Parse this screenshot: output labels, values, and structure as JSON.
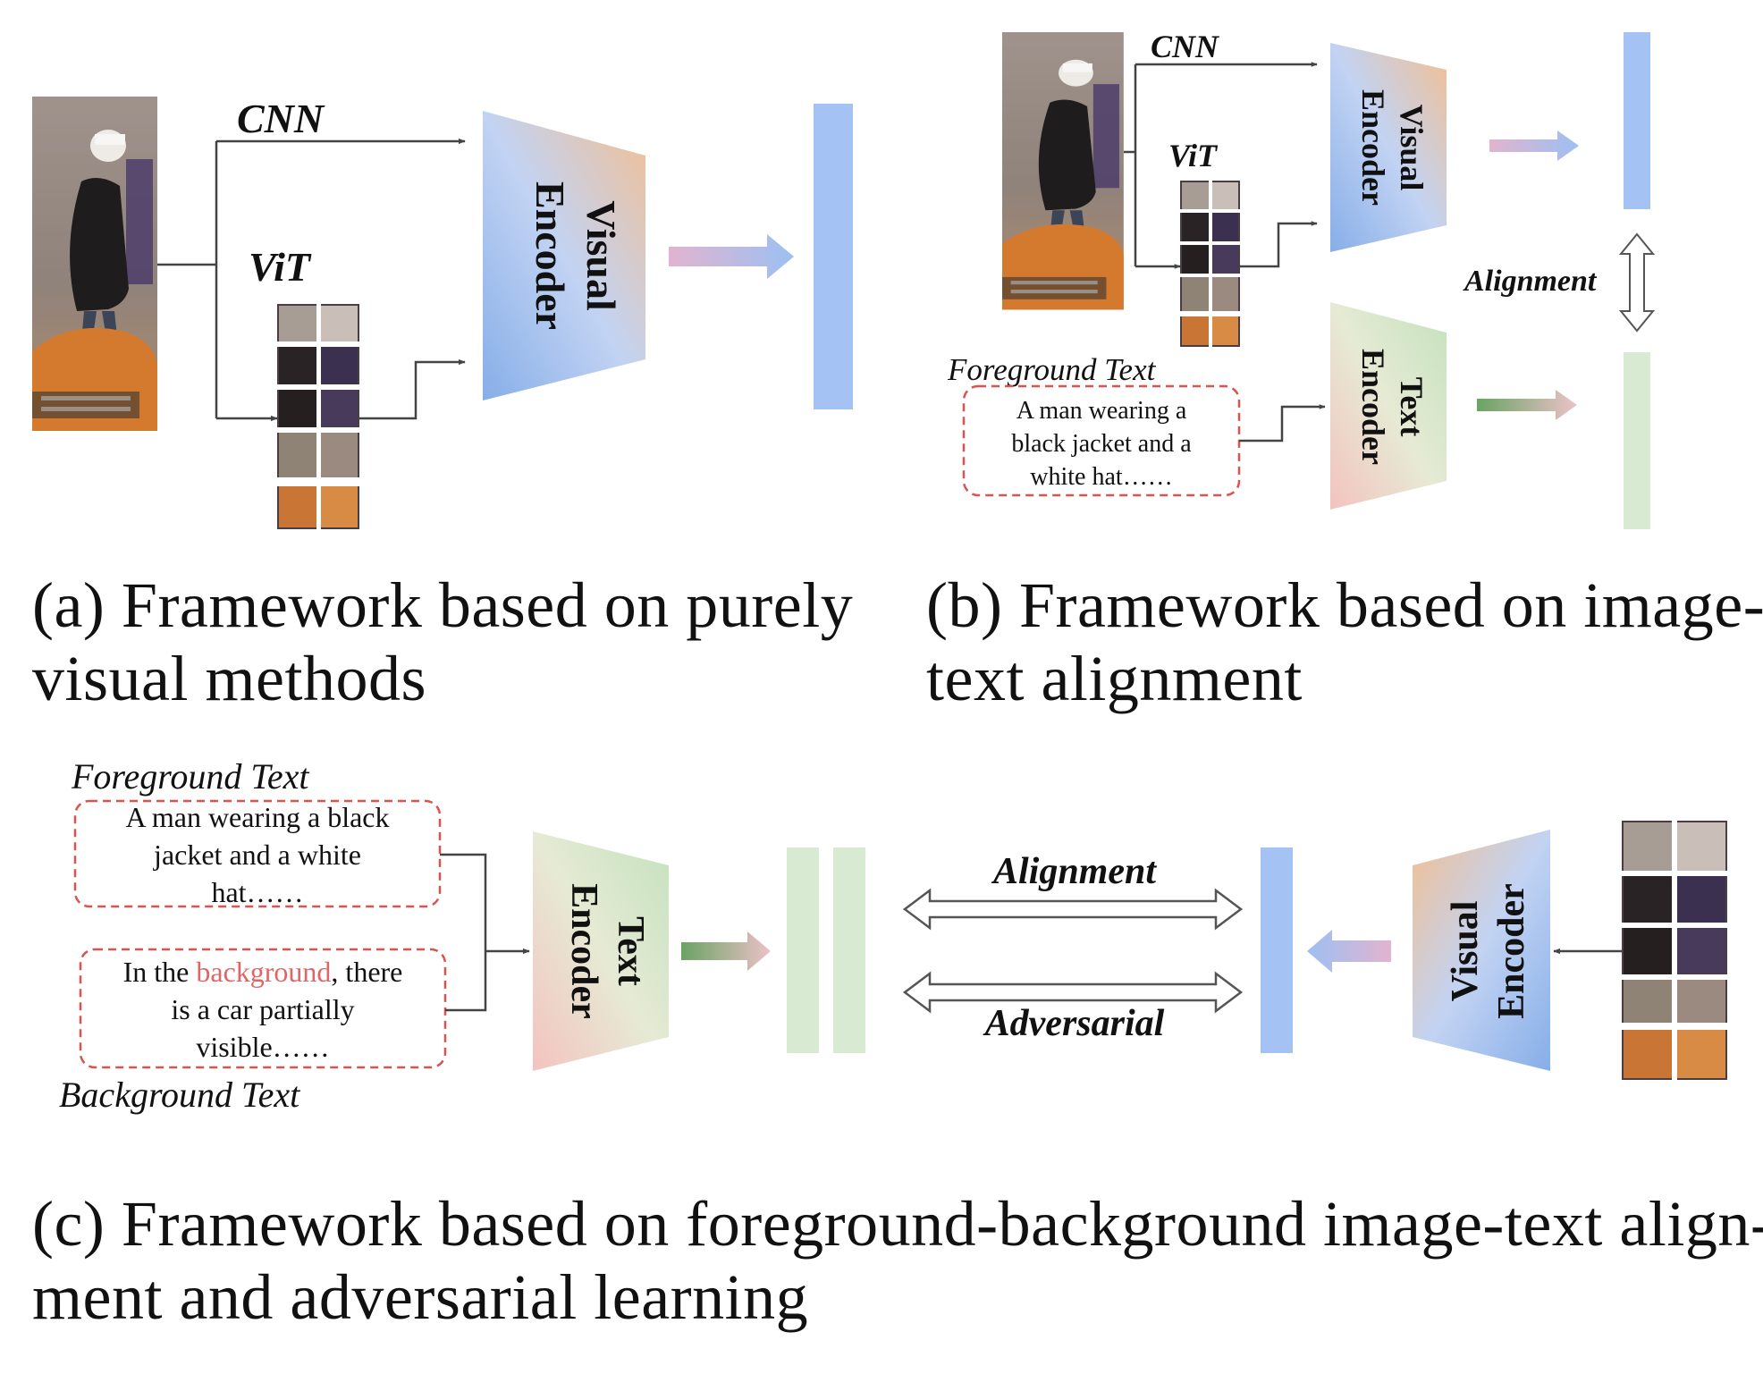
{
  "panel_a": {
    "cnn_label": "CNN",
    "vit_label": "ViT",
    "encoder_line1": "Visual",
    "encoder_line2": "Encoder",
    "caption_line1": "(a) Framework based on purely",
    "caption_line2": "visual methods"
  },
  "panel_b": {
    "cnn_label": "CNN",
    "vit_label": "ViT",
    "visual_encoder_line1": "Visual",
    "visual_encoder_line2": "Encoder",
    "text_encoder_line1": "Text",
    "text_encoder_line2": "Encoder",
    "alignment_label": "Alignment",
    "foreground_title": "Foreground Text",
    "foreground_lines": [
      "A man wearing a",
      "black jacket and a",
      "white hat……"
    ],
    "caption_line1": "(b) Framework based on image-",
    "caption_line2": "text alignment"
  },
  "panel_c": {
    "foreground_title": "Foreground Text",
    "foreground_lines": [
      "A man wearing a black",
      "jacket and a white",
      "hat……"
    ],
    "background_prefix": "In the ",
    "background_highlight": "background",
    "background_suffix": ", there",
    "background_lines": [
      "is a car partially",
      "visible……"
    ],
    "background_title": "Background Text",
    "text_encoder_line1": "Text",
    "text_encoder_line2": "Encoder",
    "visual_encoder_line1": "Visual",
    "visual_encoder_line2": "Encoder",
    "alignment_label": "Alignment",
    "adversarial_label": "Adversarial",
    "caption_line1": "(c) Framework based on foreground-background image-text align-",
    "caption_line2": "ment and adversarial learning"
  },
  "colors": {
    "visual_feature": "#a4c2f4",
    "text_feature": "#d9ead3",
    "dashed_box": "#d9534f",
    "highlight_word": "#e06666",
    "connector": "#444444"
  }
}
